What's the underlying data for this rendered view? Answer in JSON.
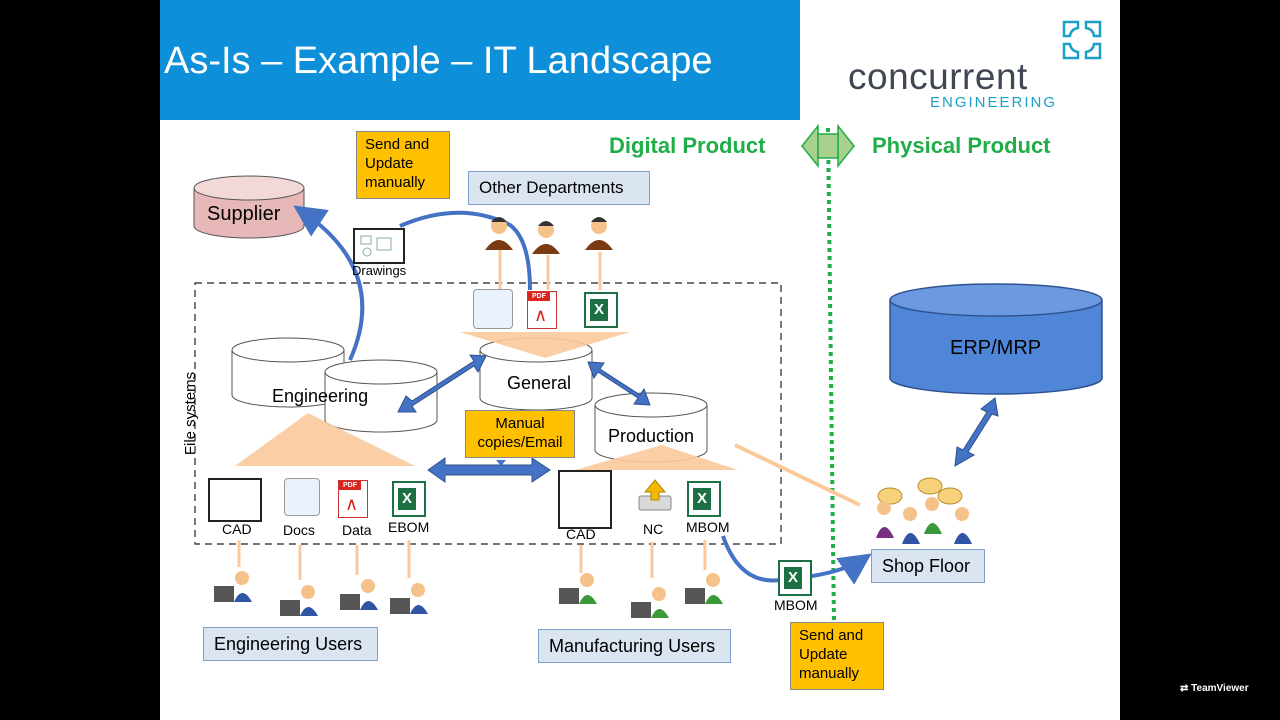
{
  "slide": {
    "title": "As-Is – Example – IT Landscape",
    "logo": {
      "word": "concurrent",
      "sub": "ENGINEERING"
    },
    "zones": {
      "left": "Digital Product",
      "right": "Physical Product"
    },
    "notes": {
      "supplier_note": "Send and\nUpdate\nmanually",
      "manual_copies": "Manual\ncopies/Email",
      "shop_note": "Send and\nUpdate\nmanually"
    },
    "databases": {
      "supplier": "Supplier",
      "engineering": "Engineering",
      "general": "General",
      "production": "Production",
      "erp": "ERP/MRP"
    },
    "boxes": {
      "other_departments": "Other Departments",
      "engineering_users": "Engineering Users",
      "manufacturing_users": "Manufacturing Users",
      "shop_floor": "Shop Floor"
    },
    "labels": {
      "drawings": "Drawings",
      "file_systems": "File systems",
      "cad_eng": "CAD",
      "docs": "Docs",
      "data": "Data",
      "ebom": "EBOM",
      "cad_mfg": "CAD",
      "nc": "NC",
      "mbom": "MBOM",
      "mbom_transfer": "MBOM"
    },
    "colors": {
      "title_bar": "#0d8fd9",
      "arrow_blue": "#4472c4",
      "triangle_peach": "#fbc99b",
      "note_yellow": "#ffc000",
      "green_divider": "#1fae47",
      "erp_blue": "#4f86d8",
      "supplier_pink": "#e6b8b7"
    }
  },
  "watermark": "TeamViewer"
}
